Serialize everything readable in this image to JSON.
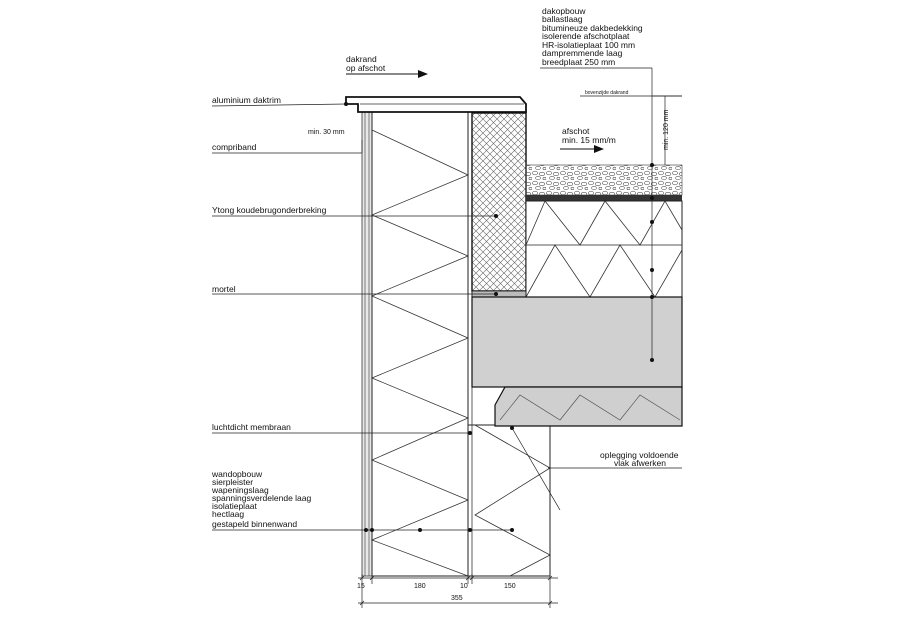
{
  "labels": {
    "aluminium_daktrim": "aluminium daktrim",
    "compriband": "compriband",
    "ytong": "Ytong koudebrugonderbreking",
    "mortel": "mortel",
    "luchtdicht": "luchtdicht membraan",
    "wandopbouw": [
      "wandopbouw",
      "sierpleister",
      "wapeningslaag",
      "spanningsverdelende laag",
      "isolatieplaat",
      "hectlaag",
      "gestapeld binnenwand"
    ],
    "dakrand": [
      "dakrand",
      "op afschot"
    ],
    "dakopbouw": [
      "dakopbouw",
      "ballastlaag",
      "bitumineuze dakbedekking",
      "isolerende afschotplaat",
      "HR-isolatieplaat 100 mm",
      "dampremmende laag",
      "breedplaat 250 mm"
    ],
    "afschot": [
      "afschot",
      "min. 15 mm/m"
    ],
    "bovenzijde_dakrand": "bovenzijde dakrand",
    "min30": "min. 30 mm",
    "min120": "min. 120 mm",
    "oplegging": [
      "oplegging voldoende",
      "vlak afwerken"
    ]
  },
  "dimensions": {
    "d15": "15",
    "d180": "180",
    "d10": "10",
    "d150": "150",
    "total": "355"
  }
}
